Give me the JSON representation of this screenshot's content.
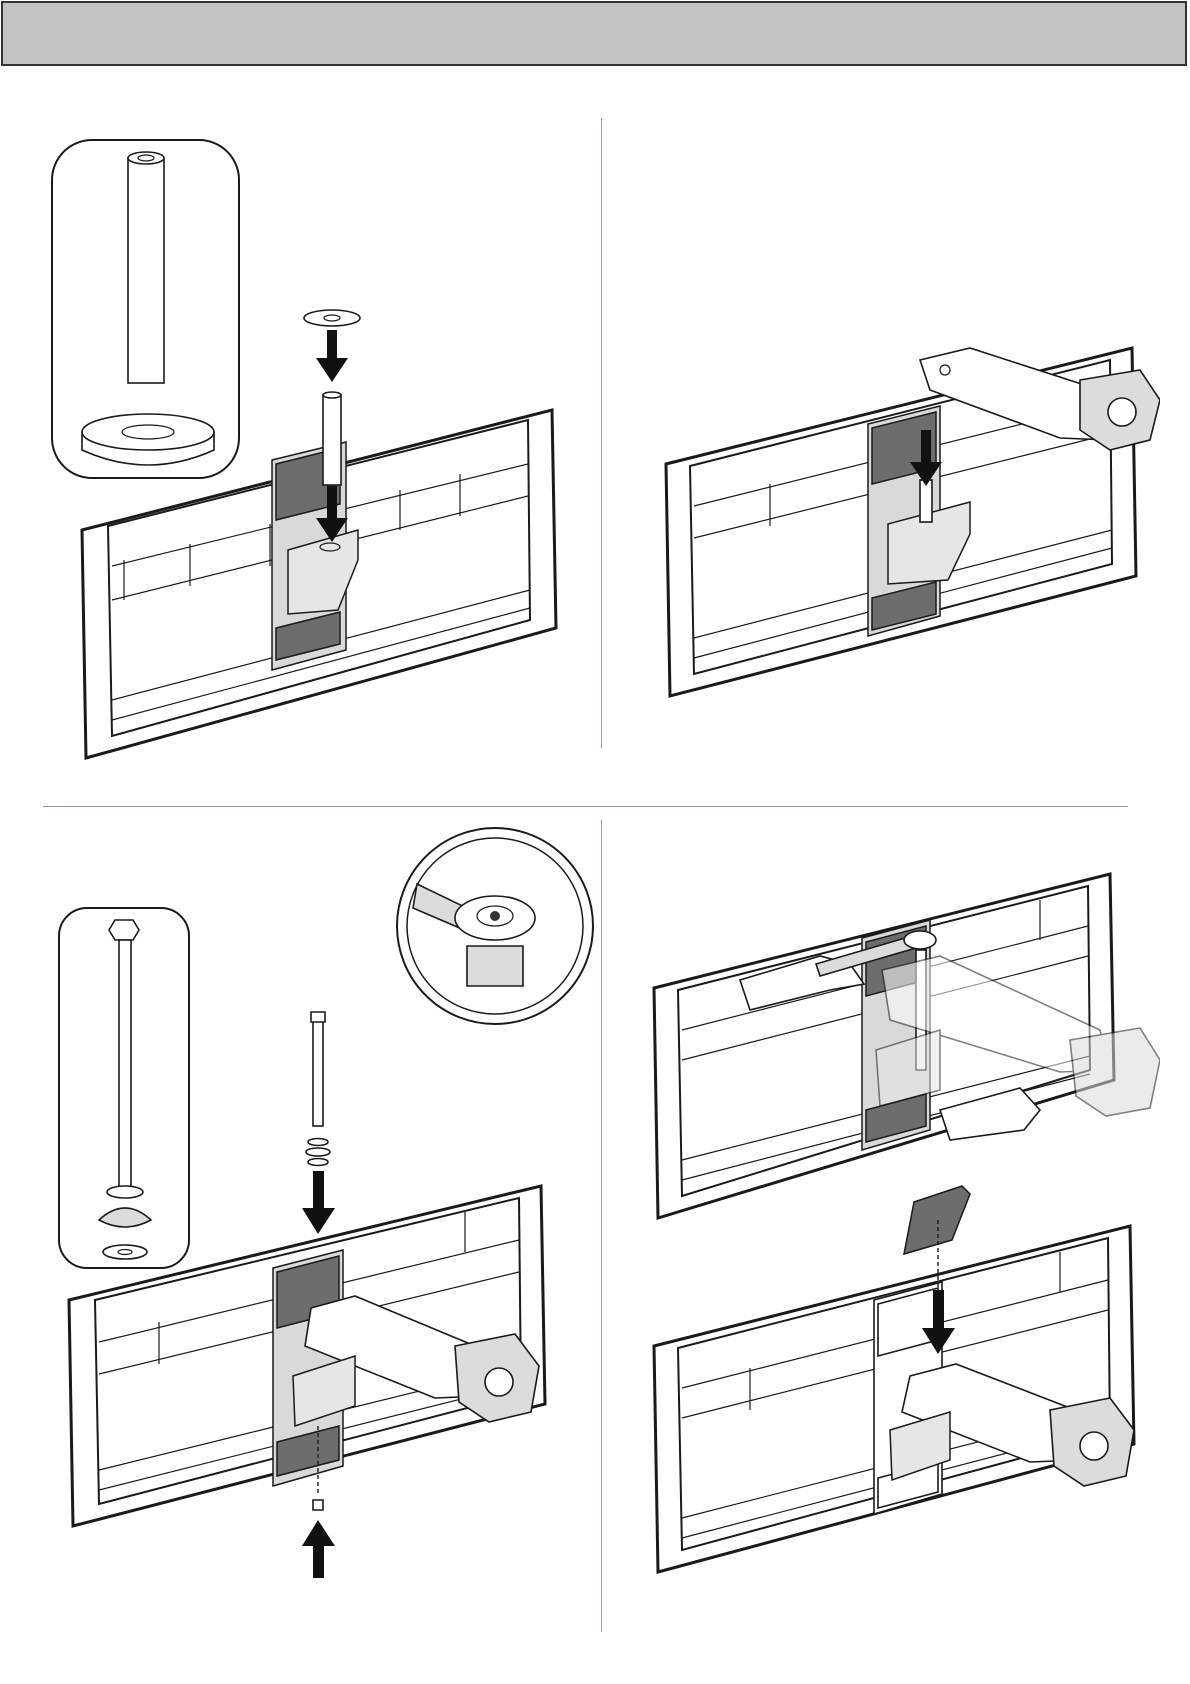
{
  "header": {
    "title": ""
  },
  "colors": {
    "header_bg": "#c3c3c3",
    "divider": "#8a9ab8",
    "pad": "#6d6d6d"
  },
  "steps": [
    {
      "id": "step-1",
      "icon": "post-and-washer-insert"
    },
    {
      "id": "step-2",
      "icon": "arm-onto-post"
    },
    {
      "id": "step-3",
      "icon": "bolt-through-arm"
    },
    {
      "id": "step-4",
      "icon": "tighten-and-cover"
    }
  ]
}
